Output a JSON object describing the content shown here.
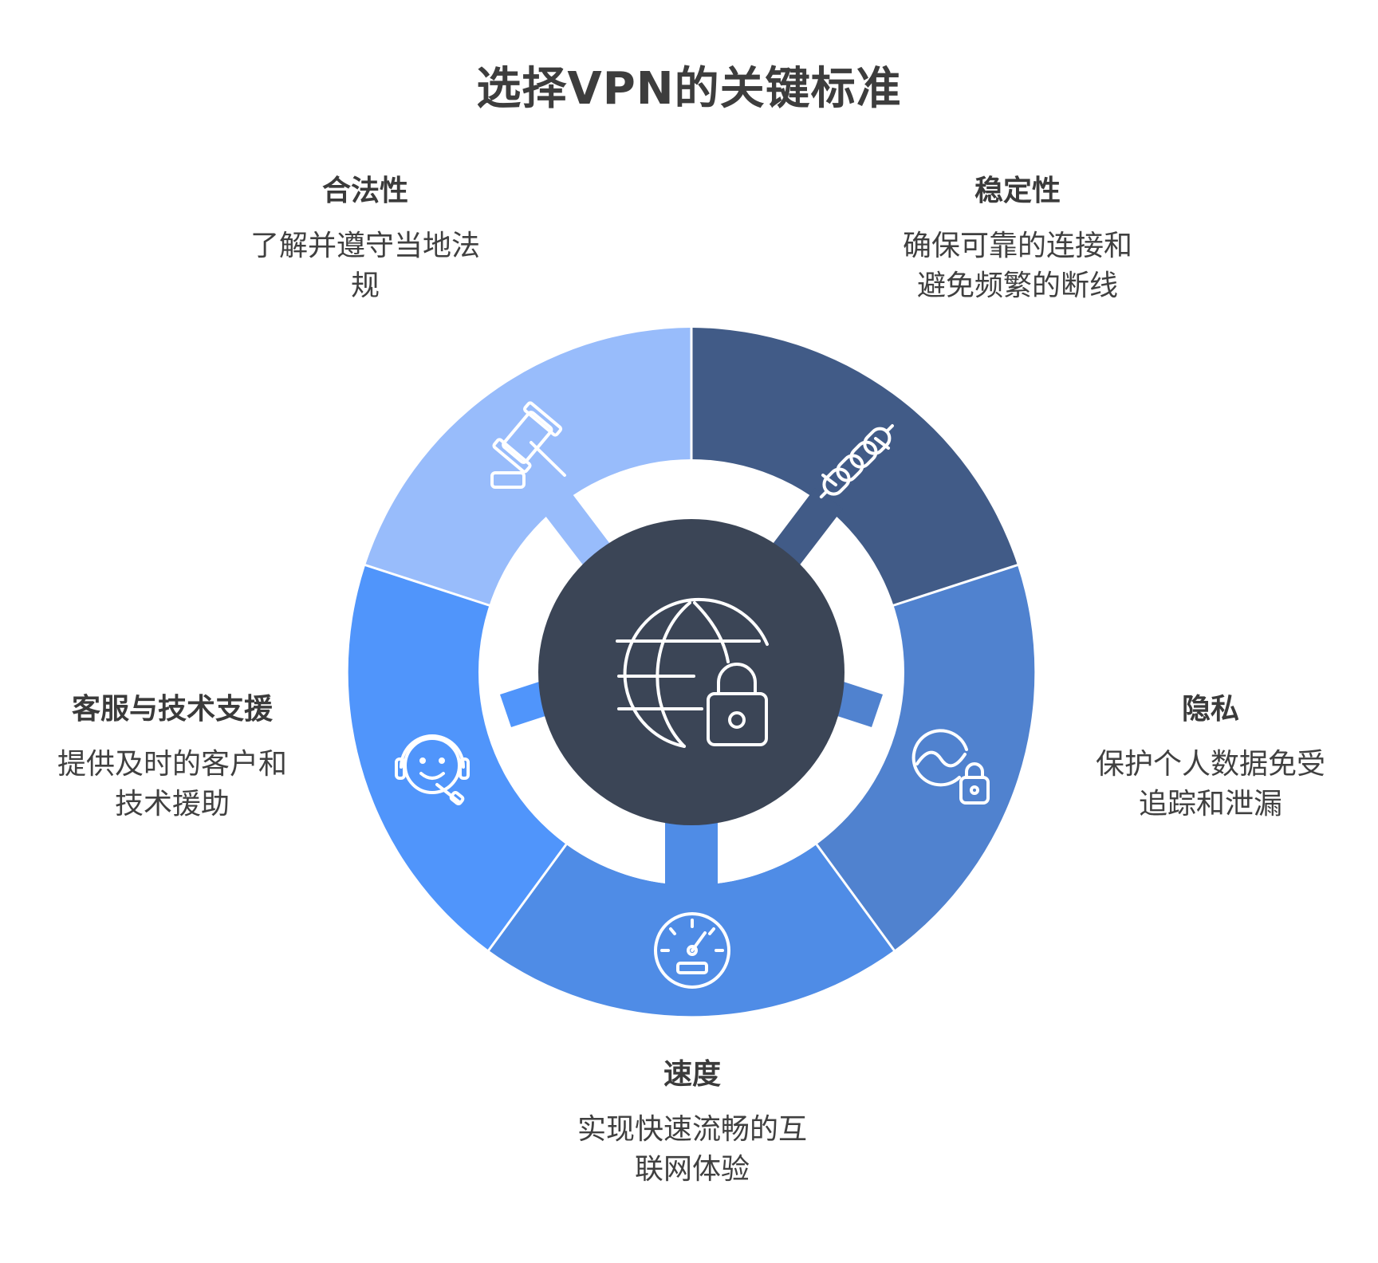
{
  "title": "选择VPN的关键标准",
  "colors": {
    "legality": "#98bcfb",
    "stability": "#415b87",
    "privacy": "#5082cf",
    "speed": "#4f8ce6",
    "support": "#5095fb",
    "center": "#3b4556",
    "icon_stroke": "#ffffff"
  },
  "segments": [
    {
      "id": "legality",
      "title": "合法性",
      "desc_line1": "了解并遵守当地法",
      "desc_line2": "规",
      "icon": "gavel-icon"
    },
    {
      "id": "stability",
      "title": "稳定性",
      "desc_line1": "确保可靠的连接和",
      "desc_line2": "避免频繁的断线",
      "icon": "chain-link-icon"
    },
    {
      "id": "privacy",
      "title": "隐私",
      "desc_line1": "保护个人数据免受",
      "desc_line2": "追踪和泄漏",
      "icon": "privacy-lock-icon"
    },
    {
      "id": "speed",
      "title": "速度",
      "desc_line1": "实现快速流畅的互",
      "desc_line2": "联网体验",
      "icon": "speedometer-icon"
    },
    {
      "id": "support",
      "title": "客服与技术支援",
      "desc_line1": "提供及时的客户和",
      "desc_line2": "技术援助",
      "icon": "headset-support-icon"
    }
  ],
  "center_icon": "globe-lock-icon"
}
